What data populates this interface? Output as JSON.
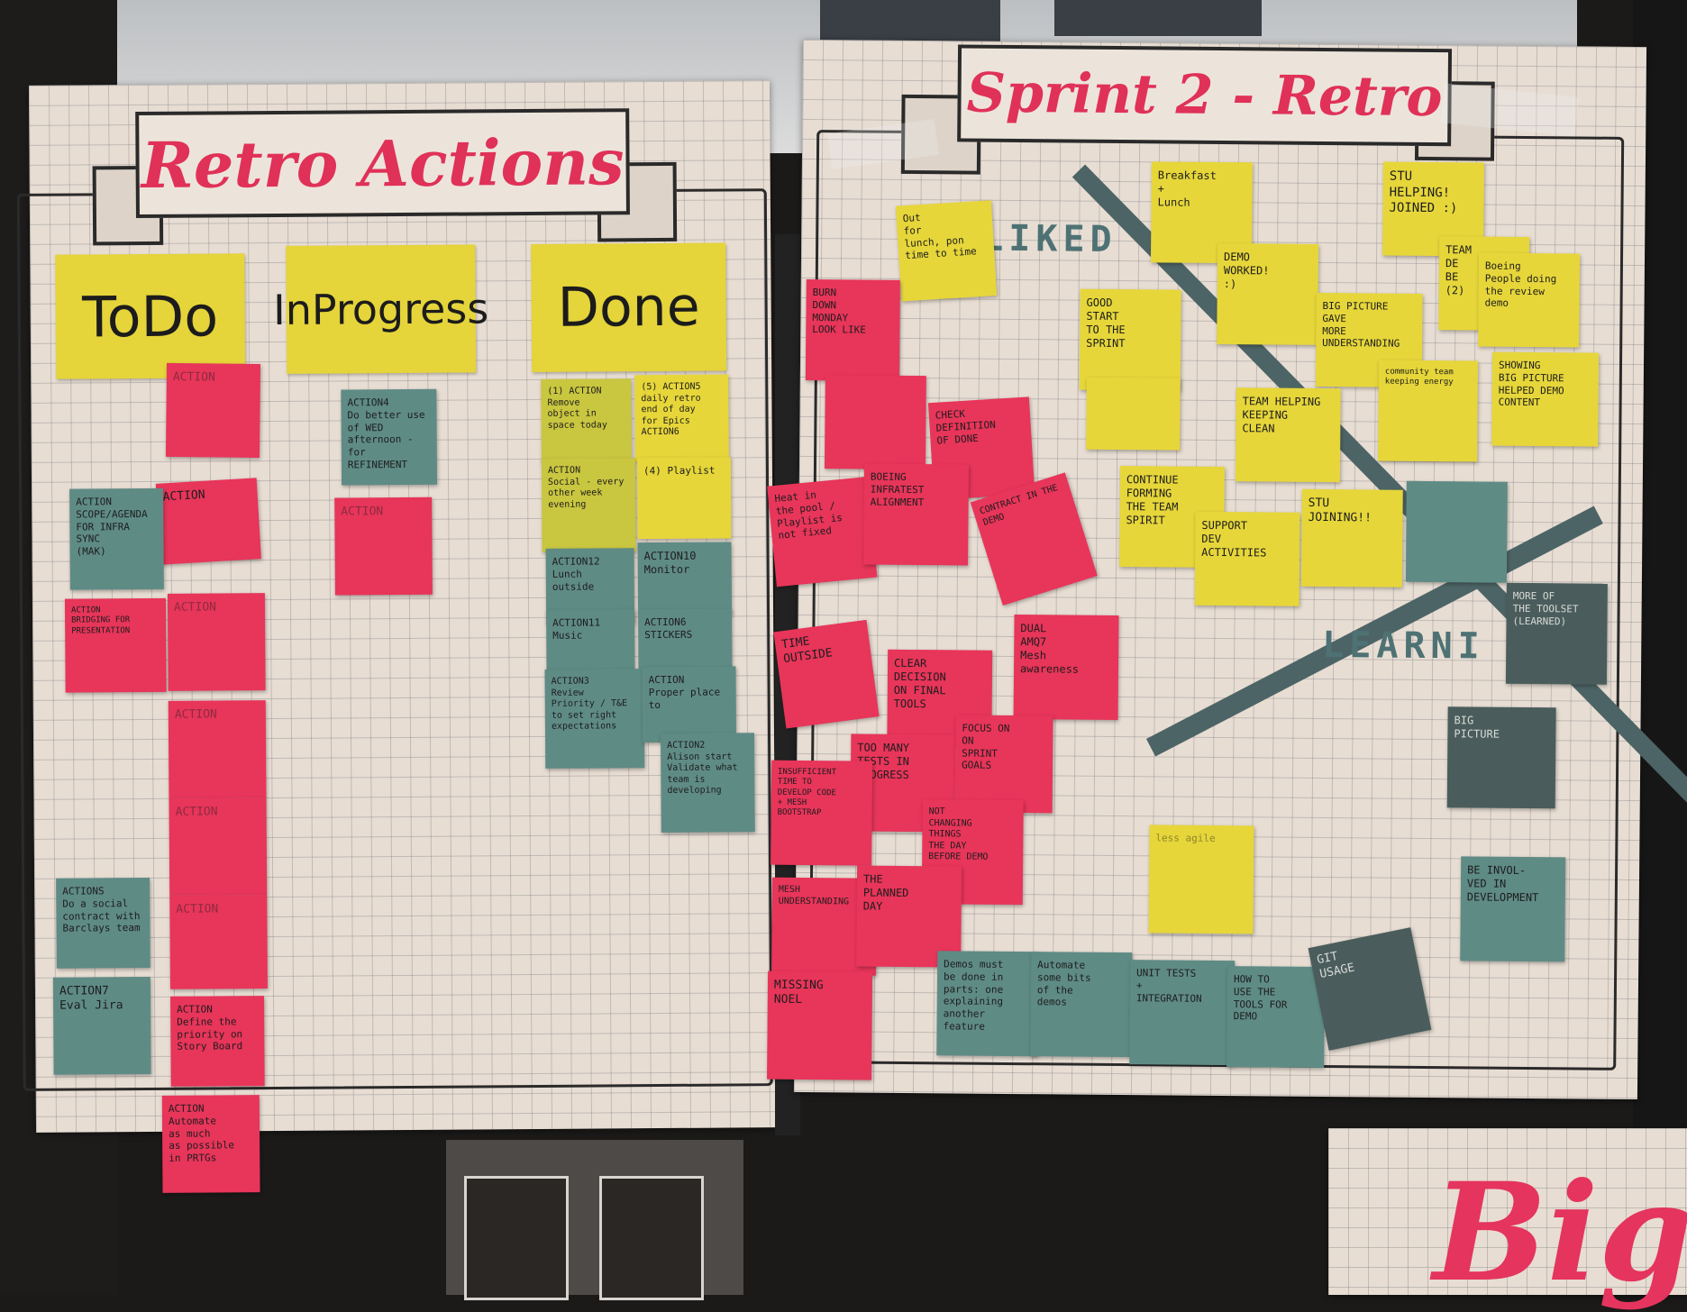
{
  "titles": {
    "retro_actions": "Retro Actions",
    "sprint_retro": "Sprint 2 - Retro",
    "big": "Big"
  },
  "columns": {
    "todo": "ToDo",
    "in_progress": "InProgress",
    "done": "Done"
  },
  "quadrants": {
    "liked": "LIKED",
    "learned": "LEARNI"
  },
  "todo_notes": {
    "t1": "ACTION\nSCOPE/AGENDA\nFOR INFRA\nSYNC\n(MAK)",
    "t2": "ACTION\nBRIDGING FOR\nPRESENTATION",
    "t3": "ACTIONS\nDo a social\ncontract with\nBarclays team",
    "t4": "ACTION7\nEval Jira",
    "t5": "ACTION\nDefine the\npriority on\nStory Board",
    "t6": "ACTION\nAutomate\nas much\nas possible\nin PRTGs"
  },
  "progress_notes": {
    "p1": "ACTION4\nDo better use\nof WED\nafternoon - for\nREFINEMENT"
  },
  "done_notes": {
    "d1": "(1) ACTION\nRemove\nobject in\nspace today",
    "d2": "(5) ACTION5\ndaily retro\nend of day\nfor Epics\nACTION6",
    "d3": "(4) Playlist",
    "d4": "ACTION\nSocial - every\nother week\nevening",
    "d5": "ACTION12\nLunch\noutside",
    "d6": "ACTION10\nMonitor",
    "d7": "ACTION11\nMusic",
    "d8": "ACTION6\nSTICKERS",
    "d9": "ACTION3\nReview\nPriority / T&E\nto set right\nexpectations",
    "d10": "ACTION\nProper place\nto",
    "d11": "ACTION2\nAlison start\nValidate what\nteam is\ndeveloping"
  },
  "retro_notes": {
    "r1": "Out\nfor\nlunch, pon\ntime to time",
    "r2": "BURN\nDOWN\nMONDAY\nLOOK LIKE",
    "r3": "Breakfast\n+\nLunch",
    "r4": "STU\nHELPING!\nJOINED :)",
    "r5": "DEMO\nWORKED!\n:)",
    "r6": "BIG PICTURE\nGAVE\nMORE\nUNDERSTANDING",
    "r7": "TEAM\nDE\nBE\n(2)",
    "r8": "Boeing\nPeople doing\nthe review\ndemo",
    "r9": "GOOD\nSTART\nTO THE\nSPRINT",
    "r10": "CHECK\nDEFINITION\nOF DONE",
    "r11": "TEAM HELPING\nKEEPING\nCLEAN",
    "r12": "SHOWING\nBIG PICTURE\nHELPED DEMO\nCONTENT",
    "r13": "Heat in\nthe pool /\nPlaylist is\nnot fixed",
    "r14": "BOEING\nINFRATEST\nALIGNMENT",
    "r15": "CONTINUE\nFORMING\nTHE TEAM\nSPIRIT",
    "r16": "SUPPORT\nDEV\nACTIVITIES",
    "r17": "STU\nJOINING!!",
    "r18": "TIME\nOUTSIDE",
    "r19": "CLEAR\nDECISION\nON FINAL\nTOOLS",
    "r20": "DUAL\nAMQ7\nMesh\nawareness",
    "r21": "MORE OF\nTHE TOOLSET\n(LEARNED)",
    "r22": "TOO MANY\nTESTS IN\nPROGRESS",
    "r23": "FOCUS ON\nON\nSPRINT\nGOALS",
    "r24": "INSUFFICIENT\nTIME TO\nDEVELOP CODE\n+ MESH\nBOOTSTRAP",
    "r25": "NOT\nCHANGING\nTHINGS\nTHE DAY\nBEFORE DEMO",
    "r26": "BIG\nPICTURE",
    "r27": "MESH\nUNDERSTANDING",
    "r28": "THE\nPLANNED\nDAY",
    "r29": "MISSING\nNOEL",
    "r30": "BE INVOL-\nVED IN\nDEVELOPMENT",
    "r31": "Demos must\nbe done in\nparts: one\nexplaining\nanother feature",
    "r32": "Automate\nsome bits\nof the\ndemos",
    "r33": "UNIT TESTS\n+\nINTEGRATION",
    "r34": "HOW TO\nUSE THE\nTOOLS FOR\nDEMO",
    "r35": "GIT\nUSAGE"
  },
  "colors": {
    "pink": "#e8355a",
    "yellow": "#e6d63a",
    "teal": "#5f8b85",
    "paper": "#e7ddd3",
    "title_red": "#e03158"
  }
}
